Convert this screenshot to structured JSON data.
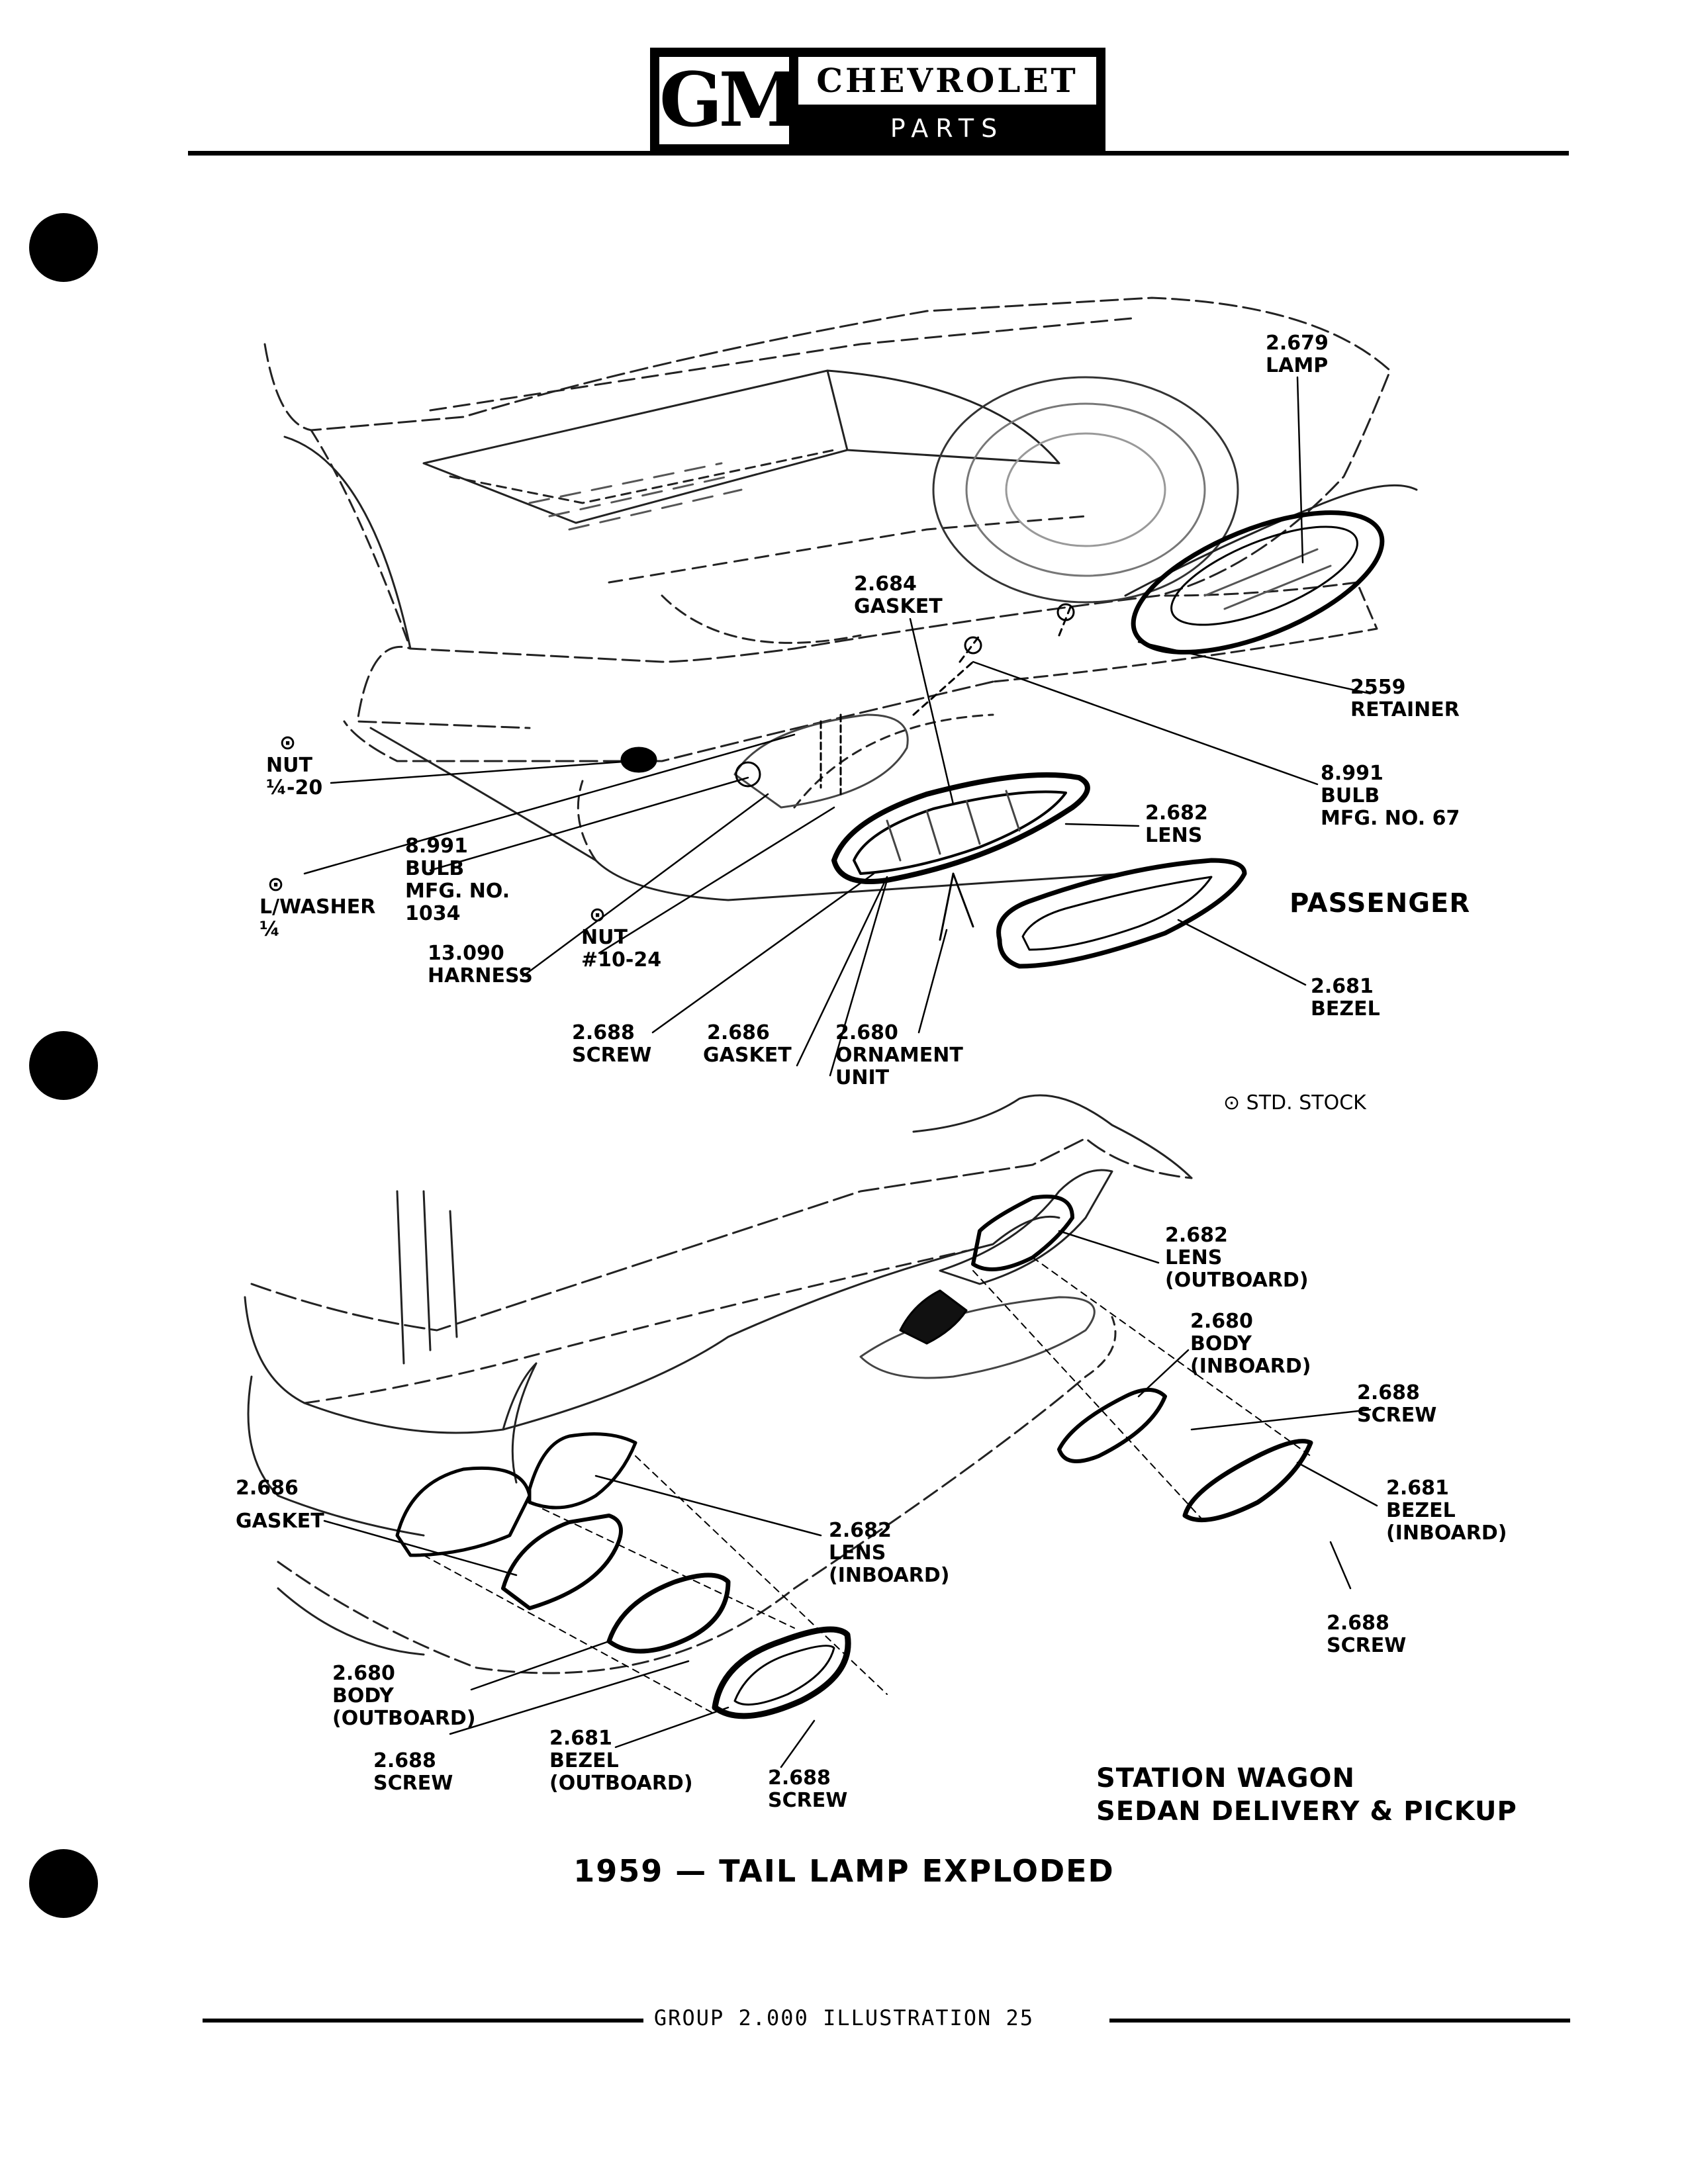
{
  "header": {
    "logo_text": "GM",
    "brand": "CHEVROLET",
    "subtitle": "PARTS CATALOGUE"
  },
  "icons": [
    "binder-hole",
    "std-stock-symbol"
  ],
  "passenger": {
    "section_label": "PASSENGER",
    "callouts": {
      "lamp": {
        "num": "2.679",
        "name": "LAMP"
      },
      "gasket_top": {
        "num": "2.684",
        "name": "GASKET"
      },
      "retainer": {
        "num": "2559",
        "name": "RETAINER"
      },
      "bulb_right": {
        "num": "8.991",
        "l2": "BULB",
        "l3": "MFG. NO. 67"
      },
      "nut_1420": {
        "sym": "⊙",
        "name": "NUT",
        "spec": "¼-20"
      },
      "lens": {
        "num": "2.682",
        "name": "LENS"
      },
      "bulb_left": {
        "num": "8.991",
        "l2": "BULB",
        "l3": "MFG. NO.",
        "l4": "1034"
      },
      "lwasher": {
        "sym": "⊙",
        "name": "L/WASHER",
        "spec": "¼"
      },
      "nut_1024": {
        "sym": "⊙",
        "name": "NUT",
        "spec": "#10-24"
      },
      "harness": {
        "num": "13.090",
        "name": "HARNESS"
      },
      "bezel": {
        "num": "2.681",
        "name": "BEZEL"
      },
      "screw": {
        "num": "2.688",
        "name": "SCREW"
      },
      "gasket_low": {
        "num": "2.686",
        "name": "GASKET"
      },
      "ornament": {
        "num": "2.680",
        "l2": "ORNAMENT",
        "l3": "UNIT"
      }
    },
    "legend": "⊙ STD. STOCK"
  },
  "wagon": {
    "section_label_1": "STATION WAGON",
    "section_label_2": "SEDAN DELIVERY & PICKUP",
    "callouts": {
      "lens_out": {
        "num": "2.682",
        "l2": "LENS",
        "l3": "(OUTBOARD)"
      },
      "body_in": {
        "num": "2.680",
        "l2": "BODY",
        "l3": "(INBOARD)"
      },
      "screw_r1": {
        "num": "2.688",
        "name": "SCREW"
      },
      "bezel_in": {
        "num": "2.681",
        "l2": "BEZEL",
        "l3": "(INBOARD)"
      },
      "screw_r2": {
        "num": "2.688",
        "name": "SCREW"
      },
      "gasket": {
        "num": "2.686",
        "name": "GASKET"
      },
      "lens_in": {
        "num": "2.682",
        "l2": "LENS",
        "l3": "(INBOARD)"
      },
      "body_out": {
        "num": "2.680",
        "l2": "BODY",
        "l3": "(OUTBOARD)"
      },
      "screw_l": {
        "num": "2.688",
        "name": "SCREW"
      },
      "bezel_out": {
        "num": "2.681",
        "l2": "BEZEL",
        "l3": "(OUTBOARD)"
      },
      "screw_m": {
        "num": "2.688",
        "name": "SCREW"
      }
    }
  },
  "caption": "1959 — TAIL LAMP EXPLODED",
  "footer": "GROUP 2.000 ILLUSTRATION 25"
}
